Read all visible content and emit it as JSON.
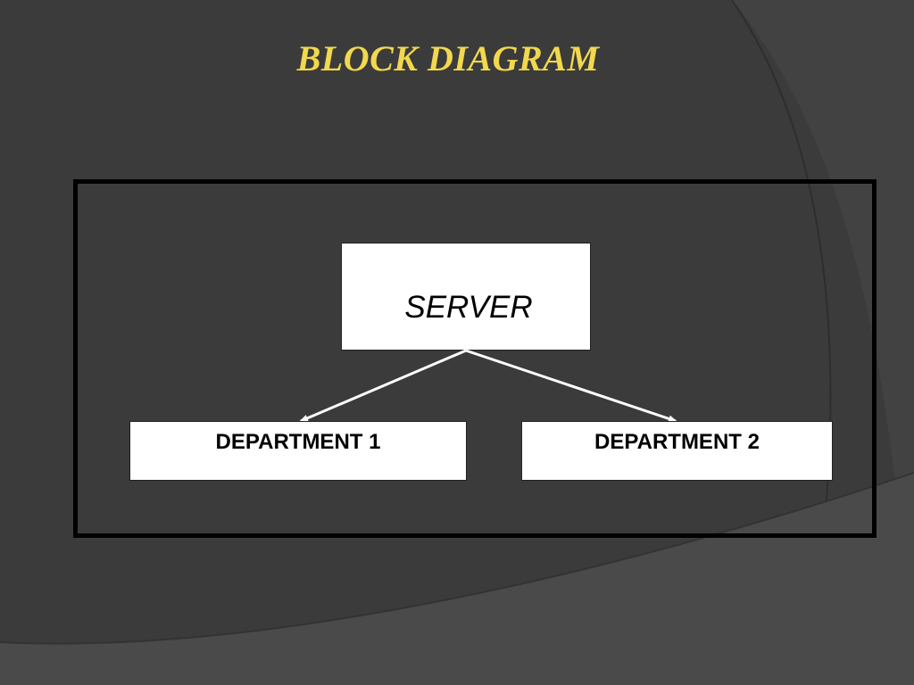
{
  "title": "BLOCK DIAGRAM",
  "colors": {
    "background": "#3b3b3b",
    "title": "#f2d84e",
    "frame": "#000000",
    "box_fill": "#ffffff",
    "connector": "#ffffff"
  },
  "nodes": {
    "server": {
      "label": "SERVER"
    },
    "department_1": {
      "label": "DEPARTMENT 1"
    },
    "department_2": {
      "label": "DEPARTMENT 2"
    }
  },
  "edges": [
    {
      "from": "server",
      "to": "department_1"
    },
    {
      "from": "server",
      "to": "department_2"
    }
  ]
}
